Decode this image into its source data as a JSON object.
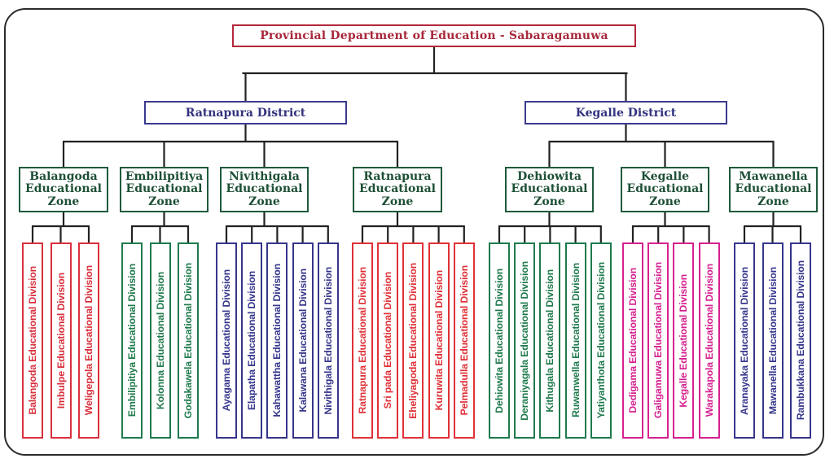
{
  "root": {
    "label": "Provincial Department of Education - Sabaragamuwa",
    "color": "#a8283a"
  },
  "districts": [
    {
      "label": "Ratnapura District",
      "zones": [
        {
          "label_lines": [
            "Balangoda",
            "Educational",
            "Zone"
          ],
          "division_color": "#d9303c",
          "divisions": [
            "Balangoda Educational Division",
            "Imbulpe Educational Division",
            "Weligepola Educational Division"
          ]
        },
        {
          "label_lines": [
            "Embilipitiya",
            "Educational",
            "Zone"
          ],
          "division_color": "#1f7a4c",
          "divisions": [
            "Embilipitiya Educational Division",
            "Kolonna Educational Division",
            "Godakawela Educational Division"
          ]
        },
        {
          "label_lines": [
            "Nivithigala",
            "Educational",
            "Zone"
          ],
          "division_color": "#36368c",
          "divisions": [
            "Ayagama Educational Division",
            "Elapatha Educational Division",
            "Kahawattha Educational Division",
            "Kalawana Educational Division",
            "Nivithigala Educational Division"
          ]
        },
        {
          "label_lines": [
            "Ratnapura",
            "Educational",
            "Zone"
          ],
          "division_color": "#e03138",
          "divisions": [
            "Ratnapura Educational Division",
            "Sri pada Educational Division",
            "Eheliyagoda Educational Division",
            "Kuruwita Educational Division",
            "Pelmadulla Educational Division"
          ]
        }
      ]
    },
    {
      "label": "Kegalle District",
      "zones": [
        {
          "label_lines": [
            "Dehiowita",
            "Educational",
            "Zone"
          ],
          "division_color": "#1f7a4c",
          "divisions": [
            "Dehiowita Educational Division",
            "Deraniyagala Educational Division",
            "Kithugala Educational Division",
            "Ruwanwella Educational Division",
            "Yatiyanthota Educational Division"
          ]
        },
        {
          "label_lines": [
            "Kegalle",
            "Educational",
            "Zone"
          ],
          "division_color": "#d6218f",
          "divisions": [
            "Dedigama Educational Division",
            "Galigamuwa Educational Division",
            "Kegalle Educational Division",
            "Warakapola Educational Division"
          ]
        },
        {
          "label_lines": [
            "Mawanella",
            "Educational",
            "Zone"
          ],
          "division_color": "#36368c",
          "divisions": [
            "Aranayaka Educational Division",
            "Mawanella Educational Division",
            "Rambukkana Educational Division"
          ]
        }
      ]
    }
  ],
  "colors": {
    "connector": "#222222",
    "district": "#33337f",
    "zone": "#1d4f35"
  }
}
